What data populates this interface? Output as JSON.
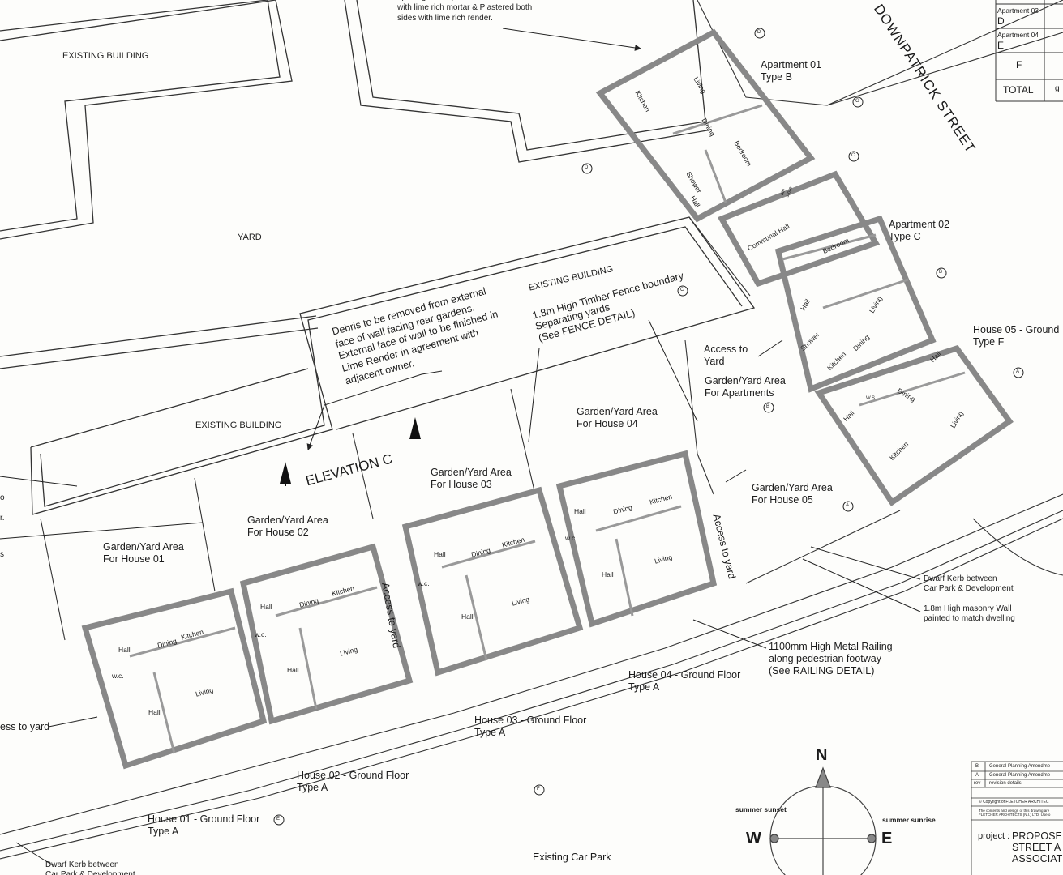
{
  "labels": {
    "existing_building_top": "EXISTING BUILDING",
    "yard": "YARD",
    "existing_building_left": "EXISTING BUILDING",
    "existing_building_mid": "EXISTING BUILDING",
    "stone_note": "opening built Up in random stonework\nwith lime rich mortar & Plastered both\nsides with lime rich render.",
    "debris_note": "Debris to be removed from external\nface of wall facing rear gardens.\nExternal face of wall to be finished in\nLime Render in agreement with\nadjacent owner.",
    "fence_note": "1.8m High Timber Fence boundary\nSeparating yards\n(See FENCE DETAIL)",
    "elevation_c": "ELEVATION C",
    "garden_h1": "Garden/Yard Area\nFor House 01",
    "garden_h2": "Garden/Yard Area\nFor House 02",
    "garden_h3": "Garden/Yard Area\nFor House 03",
    "garden_h4": "Garden/Yard Area\nFor House 04",
    "garden_h5": "Garden/Yard Area\nFor House 05",
    "garden_apts": "Garden/Yard Area\nFor Apartments",
    "access_yard_apts": "Access to\nYard",
    "access_yard_1": "Access to yard",
    "access_yard_2": "Access to yard",
    "access_yard_left": "ess to yard",
    "apartment_01": "Apartment 01\nType B",
    "apartment_02": "Apartment 02\nType C",
    "house_05": "House 05 - Ground\nType F",
    "house_04": "House 04 - Ground Floor\nType A",
    "house_03": "House 03 - Ground Floor\nType A",
    "house_02": "House 02 - Ground Floor\nType A",
    "house_01": "House 01 - Ground Floor\nType A",
    "downpatrick_street": "DOWNPATRICK STREET",
    "dwarf_kerb_right": "Dwarf Kerb between\nCar Park & Development",
    "masonry_wall": "1.8m High masonry Wall\npainted to match dwelling",
    "metal_railing": "1100mm High Metal Railing\nalong pedestrian footway\n(See RAILING DETAIL)",
    "existing_car_park": "Existing Car Park",
    "dwarf_kerb_left": "Dwarf Kerb between\nCar Park & Development",
    "left_stub_1": "o",
    "left_stub_2": "r.",
    "left_stub_3": "s"
  },
  "room_labels": {
    "kitchen": "Kitchen",
    "living": "Living",
    "dining": "Dining",
    "hall": "Hall",
    "wc": "w.c.",
    "bedroom": "Bedroom",
    "shower": "Shower",
    "communal_hall": "Communal Hall",
    "bin_store": "bin\nstore",
    "ws": "W.S"
  },
  "section_markers": [
    "A",
    "B",
    "C",
    "D",
    "E",
    "F",
    "G"
  ],
  "compass": {
    "north": "N",
    "west": "W",
    "east": "E",
    "summer_sunset": "summer sunset",
    "summer_sunrise": "summer sunrise"
  },
  "schedule_table": {
    "rows": [
      {
        "label": "Apartment 03",
        "value": "D"
      },
      {
        "label": "Apartment 04",
        "value": "E"
      },
      {
        "label": "",
        "value": "F"
      },
      {
        "label": "TOTAL",
        "value": "g"
      }
    ]
  },
  "revision_block": {
    "rev_b_code": "B",
    "rev_b_text": "General Planning Amendme",
    "rev_a_code": "A",
    "rev_a_text": "General Planning Amendme",
    "rev_header_code": "rev",
    "rev_header_text": "revision details",
    "copyright": "© Copyright of FLETCHER ARCHITEC",
    "disclaimer": "The contents and design of this drawing are\nFLETCHER ARCHITECTS (N.I.) LTD. Use o",
    "project_label": "project :",
    "project_name": "PROPOSE\nSTREET A\nASSOCIAT"
  }
}
